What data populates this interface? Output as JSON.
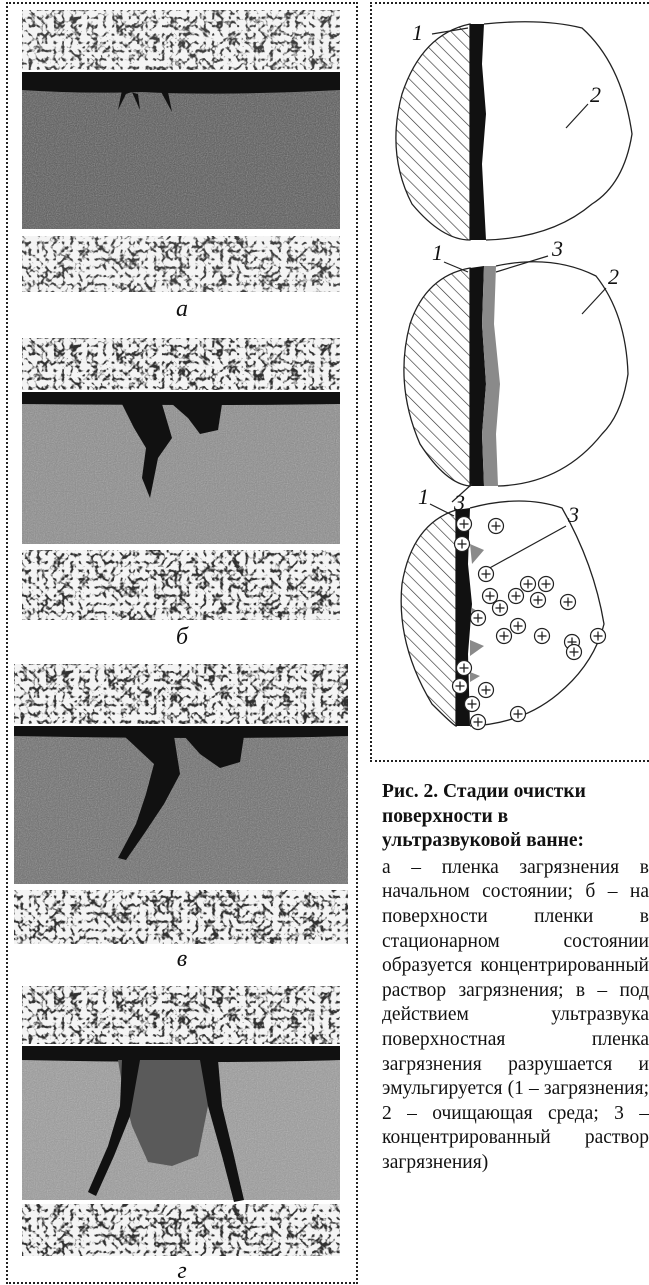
{
  "panels": [
    {
      "label": "а"
    },
    {
      "label": "б"
    },
    {
      "label": "в"
    },
    {
      "label": "г"
    }
  ],
  "diagram": {
    "stages": [
      {
        "labels": [
          "1",
          "2"
        ]
      },
      {
        "labels": [
          "1",
          "3",
          "2"
        ]
      },
      {
        "labels": [
          "1",
          "3",
          "3"
        ]
      }
    ],
    "colors": {
      "contaminant": "#111111",
      "concentrated": "#8a8a8a",
      "hatch": "#333333"
    },
    "icons": [
      "plus-circle-icon"
    ]
  },
  "caption": {
    "title": "Рис. 2. Стадии очистки поверхности в ультразвуковой ванне:",
    "body": "а – пленка загрязнения в начальном состоянии; б – на поверхности пленки в стационарном состоянии образуется концентрированный раствор загрязнения; в – под действием ультразвука поверхностная пленка загрязнения разрушается и эмульгируется (1 – загрязнения; 2 – очищающая среда; 3 – концентрированный раствор загрязнения)"
  }
}
